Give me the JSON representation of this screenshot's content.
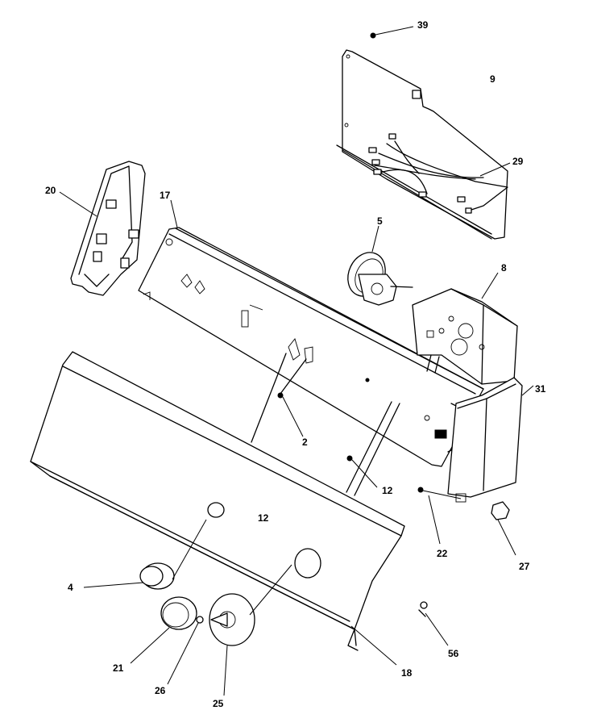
{
  "callouts": {
    "c39": "39",
    "c9": "9",
    "c29": "29",
    "c20": "20",
    "c17": "17",
    "c5": "5",
    "c8": "8",
    "c31": "31",
    "c2": "2",
    "c12a": "12",
    "c12b": "12",
    "c22": "22",
    "c27": "27",
    "c4": "4",
    "c21": "21",
    "c26": "26",
    "c25": "25",
    "c18": "18",
    "c56": "56"
  }
}
